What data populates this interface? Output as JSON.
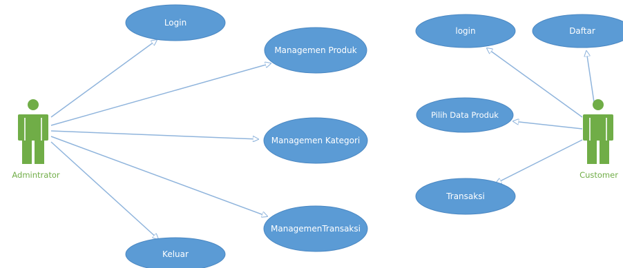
{
  "colors": {
    "usecase_fill": "#5b9bd5",
    "usecase_stroke": "#4a87c2",
    "actor": "#70ad47",
    "connector": "#8fb4dc"
  },
  "actors": {
    "admin": {
      "label": "Admintrator",
      "icon": "person-icon"
    },
    "customer": {
      "label": "Customer",
      "icon": "person-icon"
    }
  },
  "usecases": {
    "login": "Login",
    "produk": "Managemen  Produk",
    "kategori": "Managemen Kategori",
    "transaksi": "ManagemenTransaksi",
    "keluar": "Keluar",
    "login2": "login",
    "daftar": "Daftar",
    "pilih": "Pilih Data Produk",
    "transaksi2": "Transaksi"
  }
}
